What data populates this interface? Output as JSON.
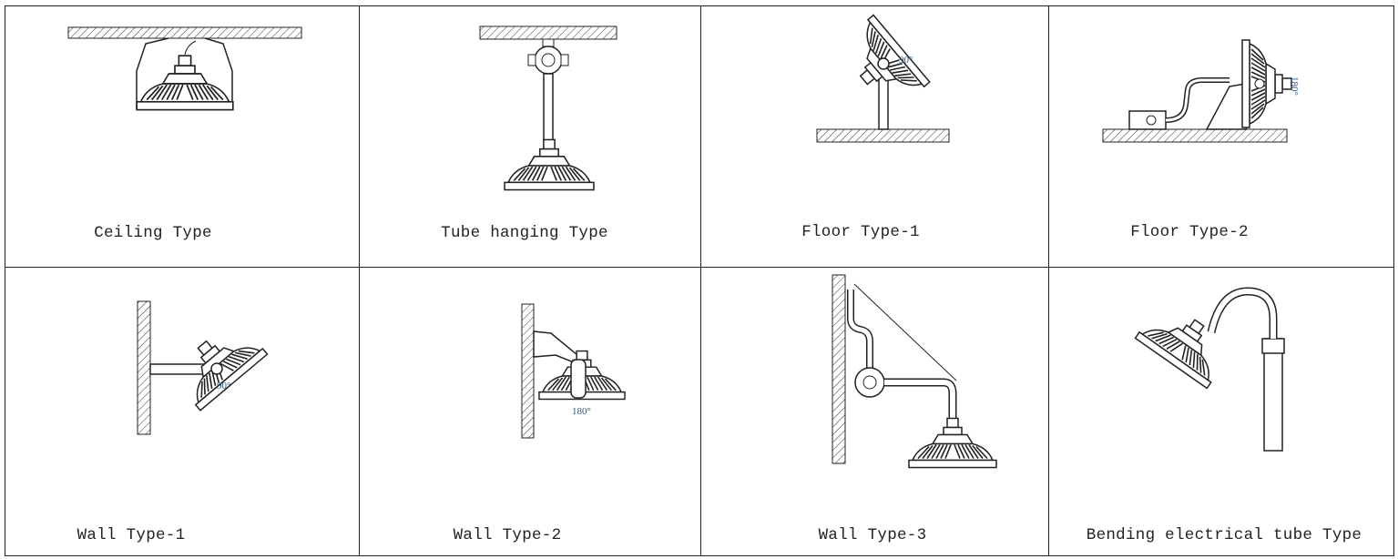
{
  "title": "Installation types",
  "cells": [
    {
      "label": "Ceiling Type"
    },
    {
      "label": "Tube hanging Type"
    },
    {
      "label": "Floor Type-1",
      "angle": "90°"
    },
    {
      "label": "Floor Type-2",
      "angle": "180°"
    },
    {
      "label": "Wall Type-1",
      "angle": "90°"
    },
    {
      "label": "Wall Type-2",
      "angle": "180°"
    },
    {
      "label": "Wall Type-3"
    },
    {
      "label": "Bending electrical tube Type"
    }
  ],
  "colors": {
    "line": "#222222",
    "annotation": "#2a5a8a"
  }
}
